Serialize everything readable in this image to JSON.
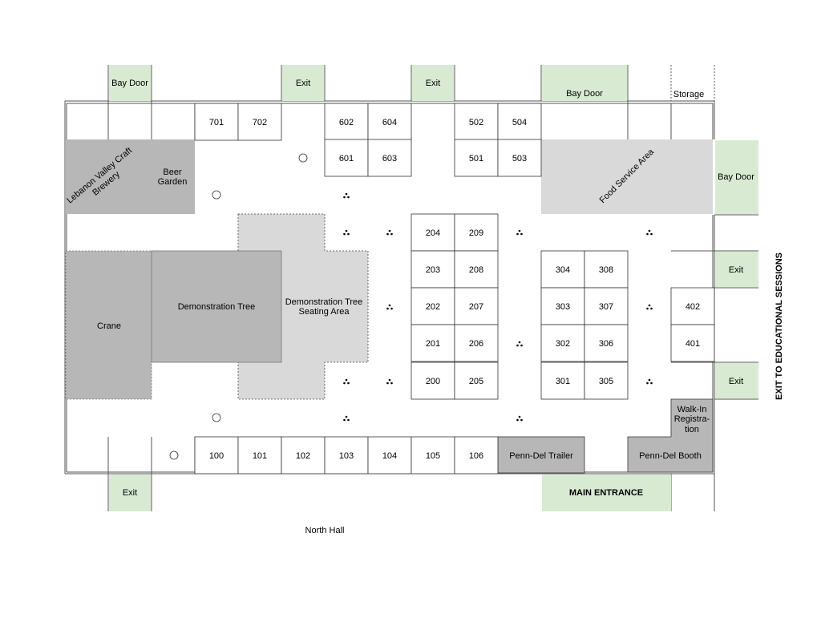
{
  "hall": {
    "name": "North Hall",
    "main_entrance": "MAIN ENTRANCE",
    "side_exit": "EXIT TO EDUCATIONAL SESSIONS"
  },
  "doors": {
    "bay_door": "Bay Door",
    "exit": "Exit",
    "storage": "Storage"
  },
  "areas": {
    "brewery": "Lebanon Valley Craft Brewery",
    "beer_garden": "Beer Garden",
    "crane": "Crane",
    "demo_tree": "Demonstration Tree",
    "demo_tree_seating": "Demonstration Tree Seating Area",
    "food_service": "Food Service Area",
    "penn_del_trailer": "Penn-Del Trailer",
    "penn_del_booth": "Penn-Del Booth",
    "walk_in_registration": "Walk-In Registration"
  },
  "booths": {
    "b701": "701",
    "b702": "702",
    "b602": "602",
    "b604": "604",
    "b601": "601",
    "b603": "603",
    "b502": "502",
    "b504": "504",
    "b501": "501",
    "b503": "503",
    "b204": "204",
    "b209": "209",
    "b203": "203",
    "b208": "208",
    "b202": "202",
    "b207": "207",
    "b201": "201",
    "b206": "206",
    "b200": "200",
    "b205": "205",
    "b304": "304",
    "b308": "308",
    "b303": "303",
    "b307": "307",
    "b302": "302",
    "b306": "306",
    "b301": "301",
    "b305": "305",
    "b402": "402",
    "b401": "401",
    "b100": "100",
    "b101": "101",
    "b102": "102",
    "b103": "103",
    "b104": "104",
    "b105": "105",
    "b106": "106"
  },
  "colors": {
    "door_green": "#d9ead3",
    "feature_dark": "#b7b7b7",
    "feature_light": "#d9d9d9",
    "wall": "#555555"
  },
  "icons": {
    "column": "circle-column-icon",
    "tree_cluster": "three-dot-cluster-icon"
  }
}
